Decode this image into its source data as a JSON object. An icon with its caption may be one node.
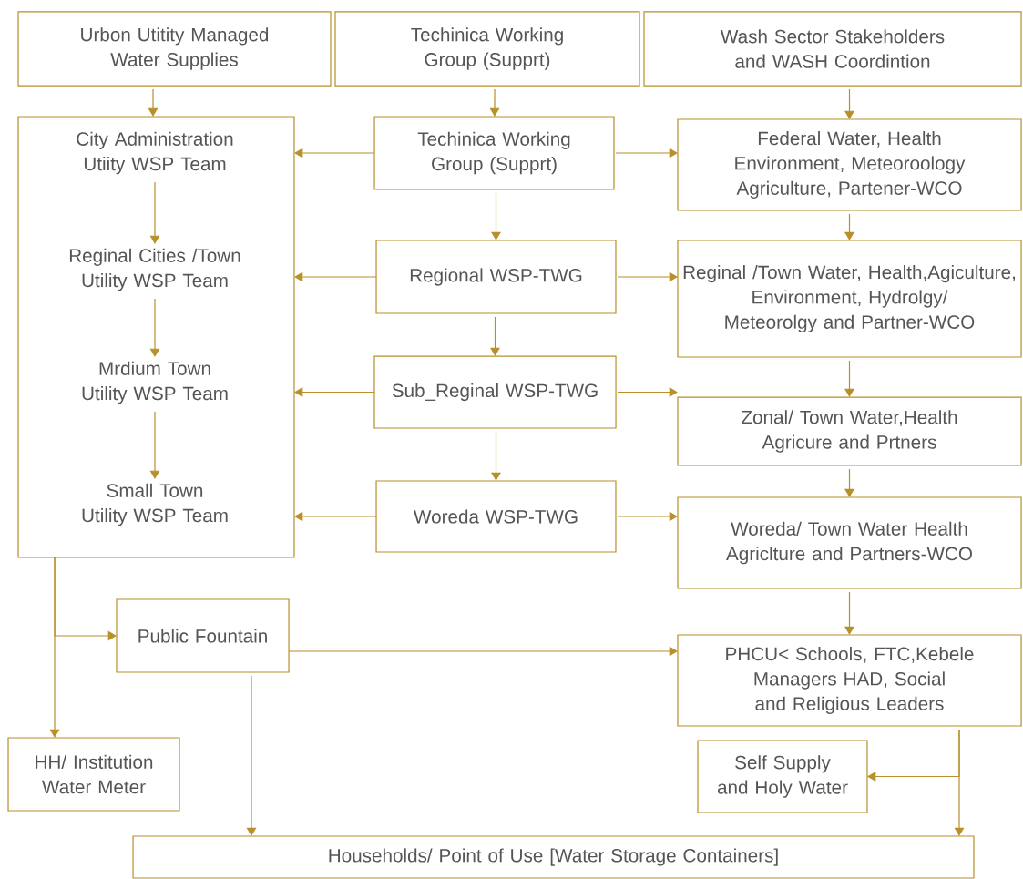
{
  "diagram": {
    "nodes": [
      {
        "text": [
          "Urbon Utitity Managed Water Supplies"
        ]
      },
      {
        "text": [
          "Techinica Working Group (Supprt)"
        ]
      },
      {
        "text": [
          "Wash Sector Stakeholders and WASH Coordintion"
        ]
      },
      {
        "text": [],
        "shape": "box"
      },
      {
        "text": [
          "City Administration Utiity WSP Team"
        ],
        "in": 3
      },
      {
        "text": [
          "Reginal Cities /Town Utility WSP Team"
        ],
        "in": 3
      },
      {
        "text": [
          "Mrdium Town Utility WSP Team"
        ],
        "in": 3
      },
      {
        "text": [
          "Small Town Utility WSP Team"
        ],
        "in": 3
      },
      {
        "text": [
          "Techinica Working Group (Supprt)"
        ]
      },
      {
        "text": [
          "Federal Water, Health Environment, Meteoroology Agriculture, Partener-WCO"
        ]
      },
      {
        "text": [
          "Regional WSP-TWG"
        ]
      },
      {
        "text": [
          "Reginal /Town Water, Health,Agiculture, Environment, Hydrolgy/ Meteorolgy and Partner-WCO"
        ]
      },
      {
        "text": [
          "Sub_Reginal WSP-TWG"
        ]
      },
      {
        "text": [
          "Zonal/ Town Water,Health Agricure and Prtners"
        ]
      },
      {
        "text": [
          "Woreda WSP-TWG"
        ]
      },
      {
        "text": [
          "Woreda/ Town Water Health Agriclture and Partners-WCO"
        ]
      },
      {
        "text": [
          "Public Fountain"
        ]
      },
      {
        "text": [
          "PHCU< Schools, FTC,Kebele Managers HAD, Social and Religious Leaders"
        ]
      },
      {
        "text": [
          "HH/ Institution Water Meter"
        ]
      },
      {
        "text": [
          "Self Supply and Holy Water"
        ]
      },
      {
        "text": [
          "Households/ Point of Use [Water Storage Containers]"
        ]
      }
    ],
    "edges": [
      {
        "from": 0,
        "to": 3,
        "arrow": "to"
      },
      {
        "from": 1,
        "to": 8,
        "arrow": "to"
      },
      {
        "from": 2,
        "to": 9,
        "arrow": "to"
      },
      {
        "from": 4,
        "to": 5,
        "arrow": "to"
      },
      {
        "from": 5,
        "to": 6,
        "arrow": "to"
      },
      {
        "from": 6,
        "to": 7,
        "arrow": "to"
      },
      {
        "from": 8,
        "to": 3,
        "arrow": "to"
      },
      {
        "from": 8,
        "to": 9,
        "arrow": "to"
      },
      {
        "from": 8,
        "to": 10,
        "arrow": "to"
      },
      {
        "from": 10,
        "to": 3,
        "arrow": "to"
      },
      {
        "from": 10,
        "to": 11,
        "arrow": "to"
      },
      {
        "from": 10,
        "to": 12,
        "arrow": "to"
      },
      {
        "from": 12,
        "to": 3,
        "arrow": "to"
      },
      {
        "from": 12,
        "to": 13,
        "arrow": "to"
      },
      {
        "from": 12,
        "to": 14,
        "arrow": "to"
      },
      {
        "from": 14,
        "to": 3,
        "arrow": "to"
      },
      {
        "from": 14,
        "to": 15,
        "arrow": "to"
      },
      {
        "from": 9,
        "to": 11,
        "arrow": "to"
      },
      {
        "from": 11,
        "to": 13,
        "arrow": "to"
      },
      {
        "from": 13,
        "to": 15,
        "arrow": "to"
      },
      {
        "from": 15,
        "to": 17,
        "arrow": "to"
      },
      {
        "from": 3,
        "to": 18,
        "arrow": "to"
      },
      {
        "from": 3,
        "to": 16,
        "arrow": "to"
      },
      {
        "from": 16,
        "to": 17,
        "arrow": "to"
      },
      {
        "from": 16,
        "to": 20,
        "arrow": "to"
      },
      {
        "from": 17,
        "to": 19,
        "arrow": "to"
      },
      {
        "from": 17,
        "to": 20,
        "arrow": "to"
      }
    ]
  }
}
